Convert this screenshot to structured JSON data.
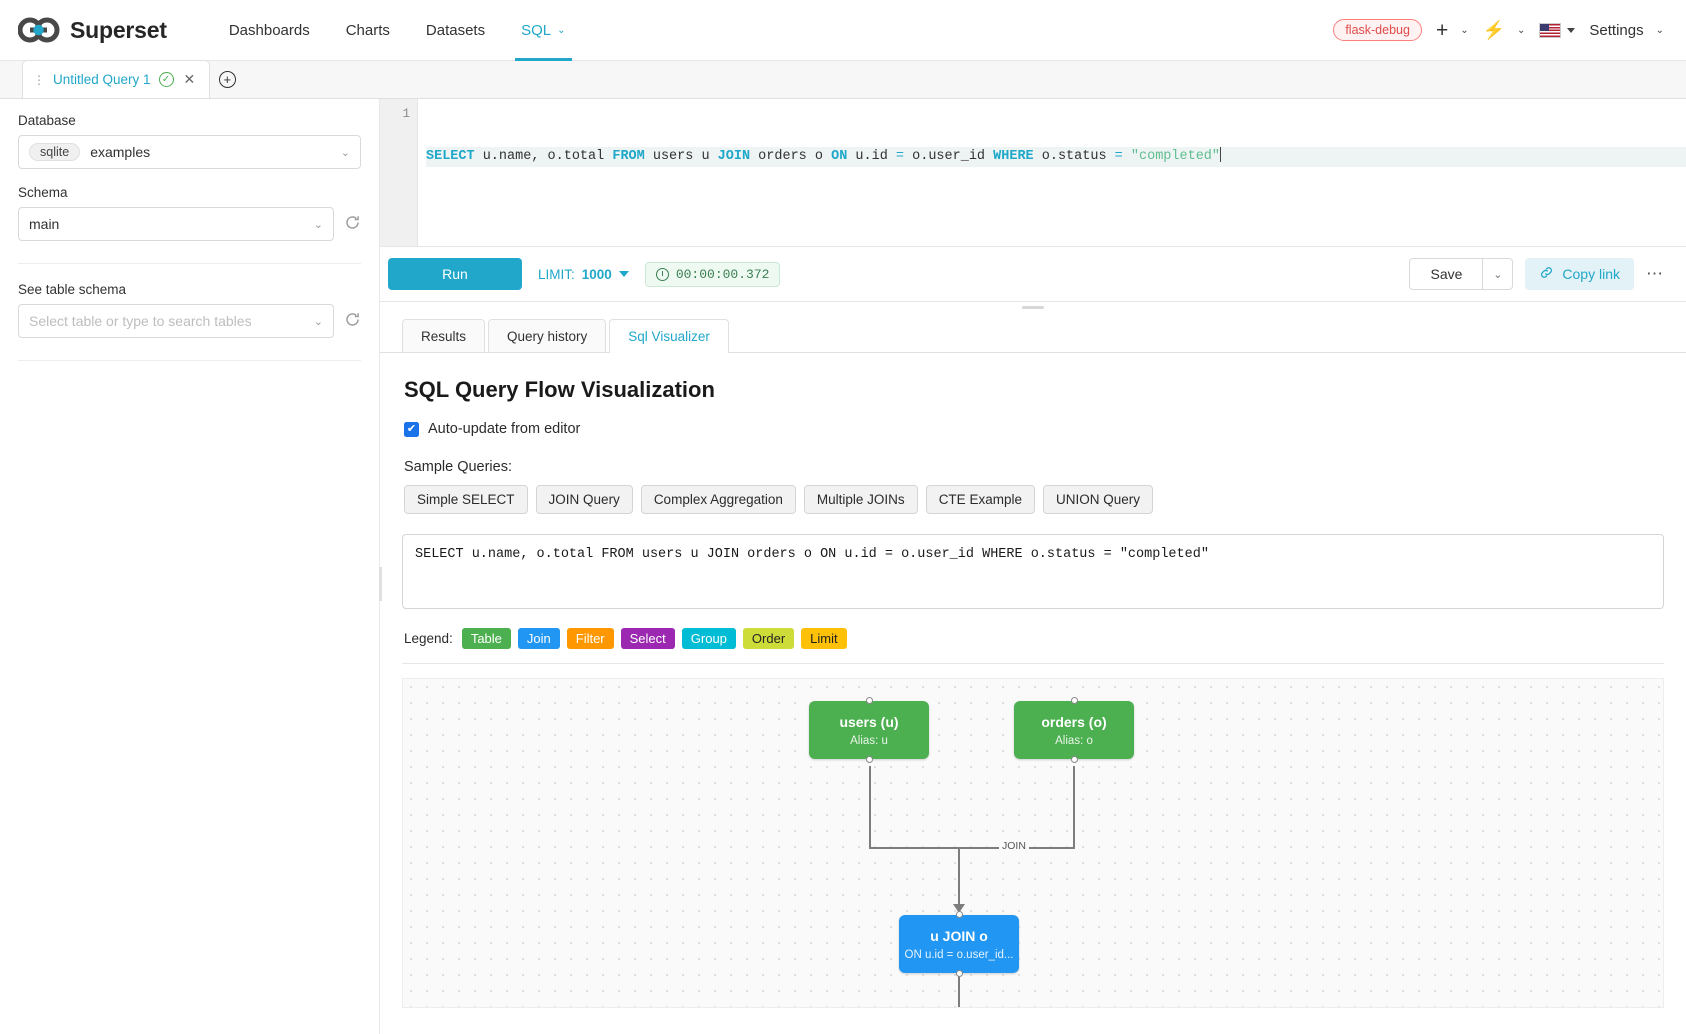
{
  "navbar": {
    "brand": "Superset",
    "links": [
      {
        "label": "Dashboards",
        "active": false,
        "caret": false
      },
      {
        "label": "Charts",
        "active": false,
        "caret": false
      },
      {
        "label": "Datasets",
        "active": false,
        "caret": false
      },
      {
        "label": "SQL",
        "active": true,
        "caret": true
      }
    ],
    "debug_badge": "flask-debug",
    "plus_icon": "plus-icon",
    "bolt_icon": "bolt-icon",
    "flag_icon": "us-flag-icon",
    "settings_label": "Settings",
    "caret_glyph": "⌄"
  },
  "query_tabs": {
    "tabs": [
      {
        "label": "Untitled Query 1",
        "status_icon": "check-circle-icon",
        "close_icon": "close-icon",
        "drag_icon": "drag-dots-icon"
      }
    ],
    "add_tab_icon": "circle-plus-icon"
  },
  "sidebar": {
    "database_label": "Database",
    "database_engine": "sqlite",
    "database_value": "examples",
    "schema_label": "Schema",
    "schema_value": "main",
    "table_schema_label": "See table schema",
    "table_placeholder": "Select table or type to search tables",
    "chevron": "⌄",
    "refresh_icon": "refresh-icon"
  },
  "editor": {
    "line_number": "1",
    "tokens": [
      {
        "t": "SELECT",
        "c": "kw"
      },
      {
        "t": " u.name, o.total ",
        "c": "plain"
      },
      {
        "t": "FROM",
        "c": "kw"
      },
      {
        "t": " users u ",
        "c": "plain"
      },
      {
        "t": "JOIN",
        "c": "kw"
      },
      {
        "t": " orders o ",
        "c": "plain"
      },
      {
        "t": "ON",
        "c": "kw"
      },
      {
        "t": " u.id ",
        "c": "plain"
      },
      {
        "t": "=",
        "c": "op"
      },
      {
        "t": " o.user_id ",
        "c": "plain"
      },
      {
        "t": "WHERE",
        "c": "kw"
      },
      {
        "t": " o.status ",
        "c": "plain"
      },
      {
        "t": "=",
        "c": "op"
      },
      {
        "t": " ",
        "c": "plain"
      },
      {
        "t": "\"completed\"",
        "c": "str"
      }
    ]
  },
  "toolbar": {
    "run_label": "Run",
    "limit_prefix": "LIMIT:",
    "limit_value": "1000",
    "timer": "00:00:00.372",
    "clock_icon": "clock-icon",
    "save_label": "Save",
    "save_chevron": "⌄",
    "copy_link_label": "Copy link",
    "link_icon": "link-icon",
    "more_icon": "more-horizontal-icon"
  },
  "result_tabs": [
    {
      "label": "Results",
      "active": false
    },
    {
      "label": "Query history",
      "active": false
    },
    {
      "label": "Sql Visualizer",
      "active": true
    }
  ],
  "visualizer": {
    "title": "SQL Query Flow Visualization",
    "auto_update_label": "Auto-update from editor",
    "auto_update_checked": true,
    "check_glyph": "✔",
    "samples_label": "Sample Queries:",
    "sample_buttons": [
      "Simple SELECT",
      "JOIN Query",
      "Complex Aggregation",
      "Multiple JOINs",
      "CTE Example",
      "UNION Query"
    ],
    "sql_text": "SELECT u.name, o.total FROM users u JOIN orders o ON u.id = o.user_id WHERE o.status = \"completed\"",
    "legend_label": "Legend:",
    "legend": [
      {
        "label": "Table",
        "color": "#4caf50"
      },
      {
        "label": "Join",
        "color": "#2196f3"
      },
      {
        "label": "Filter",
        "color": "#ff9800"
      },
      {
        "label": "Select",
        "color": "#9c27b0"
      },
      {
        "label": "Group",
        "color": "#00bcd4"
      },
      {
        "label": "Order",
        "color": "#cddc39"
      },
      {
        "label": "Limit",
        "color": "#ffc107"
      }
    ],
    "graph": {
      "nodes": [
        {
          "id": "users",
          "title": "users (u)",
          "subtitle": "Alias: u",
          "color": "#4caf50",
          "type": "table"
        },
        {
          "id": "orders",
          "title": "orders (o)",
          "subtitle": "Alias: o",
          "color": "#4caf50",
          "type": "table"
        },
        {
          "id": "join",
          "title": "u JOIN o",
          "subtitle": "ON u.id = o.user_id...",
          "color": "#2196f3",
          "type": "join"
        }
      ],
      "edges": [
        {
          "from": "users",
          "to": "join",
          "label": ""
        },
        {
          "from": "orders",
          "to": "join",
          "label": "JOIN"
        }
      ]
    }
  }
}
